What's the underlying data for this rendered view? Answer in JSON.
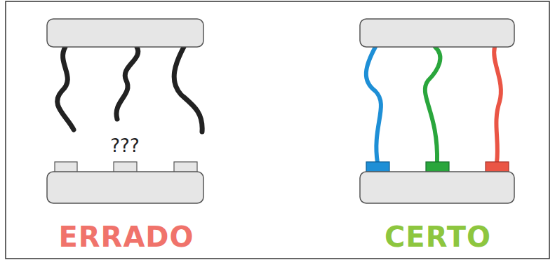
{
  "diagram": {
    "labels": [
      "???",
      "ERRADO",
      "CERTO"
    ]
  }
}
